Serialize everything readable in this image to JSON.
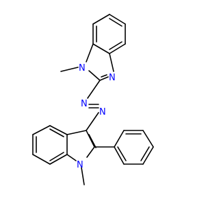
{
  "molecule": {
    "atoms": {
      "n_benzimidazole_methyl": "N",
      "n_benzimidazole_ring": "N",
      "n_azo_upper": "N",
      "n_azo_lower": "N",
      "n_indole": "N"
    },
    "colors": {
      "bond": "#000000",
      "heteroatom": "#0000ff",
      "background": "#ffffff"
    }
  }
}
